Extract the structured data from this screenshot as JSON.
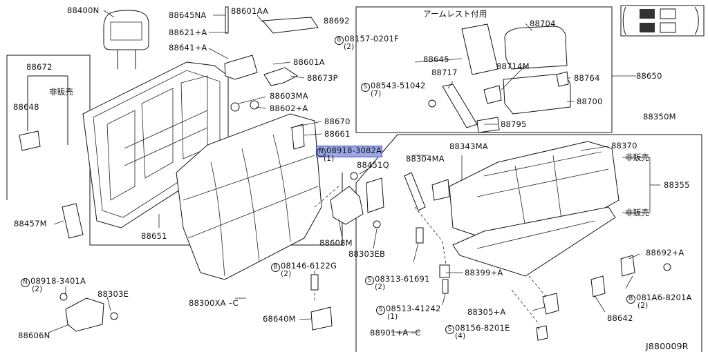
{
  "diagram_code": "J880009R",
  "labels": {
    "p88400N": "88400N",
    "p88645NA": "88645NA",
    "p88601AA": "88601AA",
    "p88692": "88692",
    "p88621A": "88621+A",
    "p08157": "08157-0201F",
    "p08157q": "(2)",
    "p88641A": "88641+A",
    "p88601A": "88601A",
    "p88673P": "88673P",
    "p88603MA": "88603MA",
    "p88602A": "88602+A",
    "p88672": "88672",
    "hanbaiA": "非販売",
    "p88648": "88648",
    "p88670": "88670",
    "p88661": "88661",
    "p08918_3082A": "08918-3082A",
    "p08918q": "(1)",
    "p88451Q": "88451Q",
    "p88457M": "88457M",
    "p88651": "88651",
    "p88608M": "88608M",
    "p88303EB": "88303EB",
    "p08146": "08146-6122G",
    "p08146q": "(2)",
    "p08918_3401A": "08918-3401A",
    "p08918_3401Aq": "(2)",
    "p88303E": "88303E",
    "p88300XA": "88300XA",
    "arrowC1": "C",
    "p68640M": "68640M",
    "p88606N": "88606N",
    "armrestTitle": "アームレスト付用",
    "p88704": "88704",
    "p88645": "88645",
    "p88714M": "88714M",
    "p88717": "88717",
    "p88764": "88764",
    "p88650": "88650",
    "p08543": "08543-51042",
    "p08543q": "(7)",
    "p88700": "88700",
    "p88795": "88795",
    "p88350M": "88350M",
    "p88343MA": "88343MA",
    "p88370": "88370",
    "p88304MA": "88304MA",
    "hanbaiB": "非販売",
    "p88355": "88355",
    "hanbaiC": "非販売",
    "p88692A": "88692+A",
    "p08313": "08313-61691",
    "p08313q": "(2)",
    "p88399A": "88399+A",
    "p081A6": "081A6-8201A",
    "p081A6q": "(2)",
    "p08513": "08513-41242",
    "p08513q": "(1)",
    "p88305A": "88305+A",
    "p88642": "88642",
    "p08156": "08156-8201E",
    "p08156q": "(4)",
    "p88901A": "88901+A",
    "arrowC2": "C",
    "markN": "N",
    "markB": "B",
    "markS": "S"
  }
}
